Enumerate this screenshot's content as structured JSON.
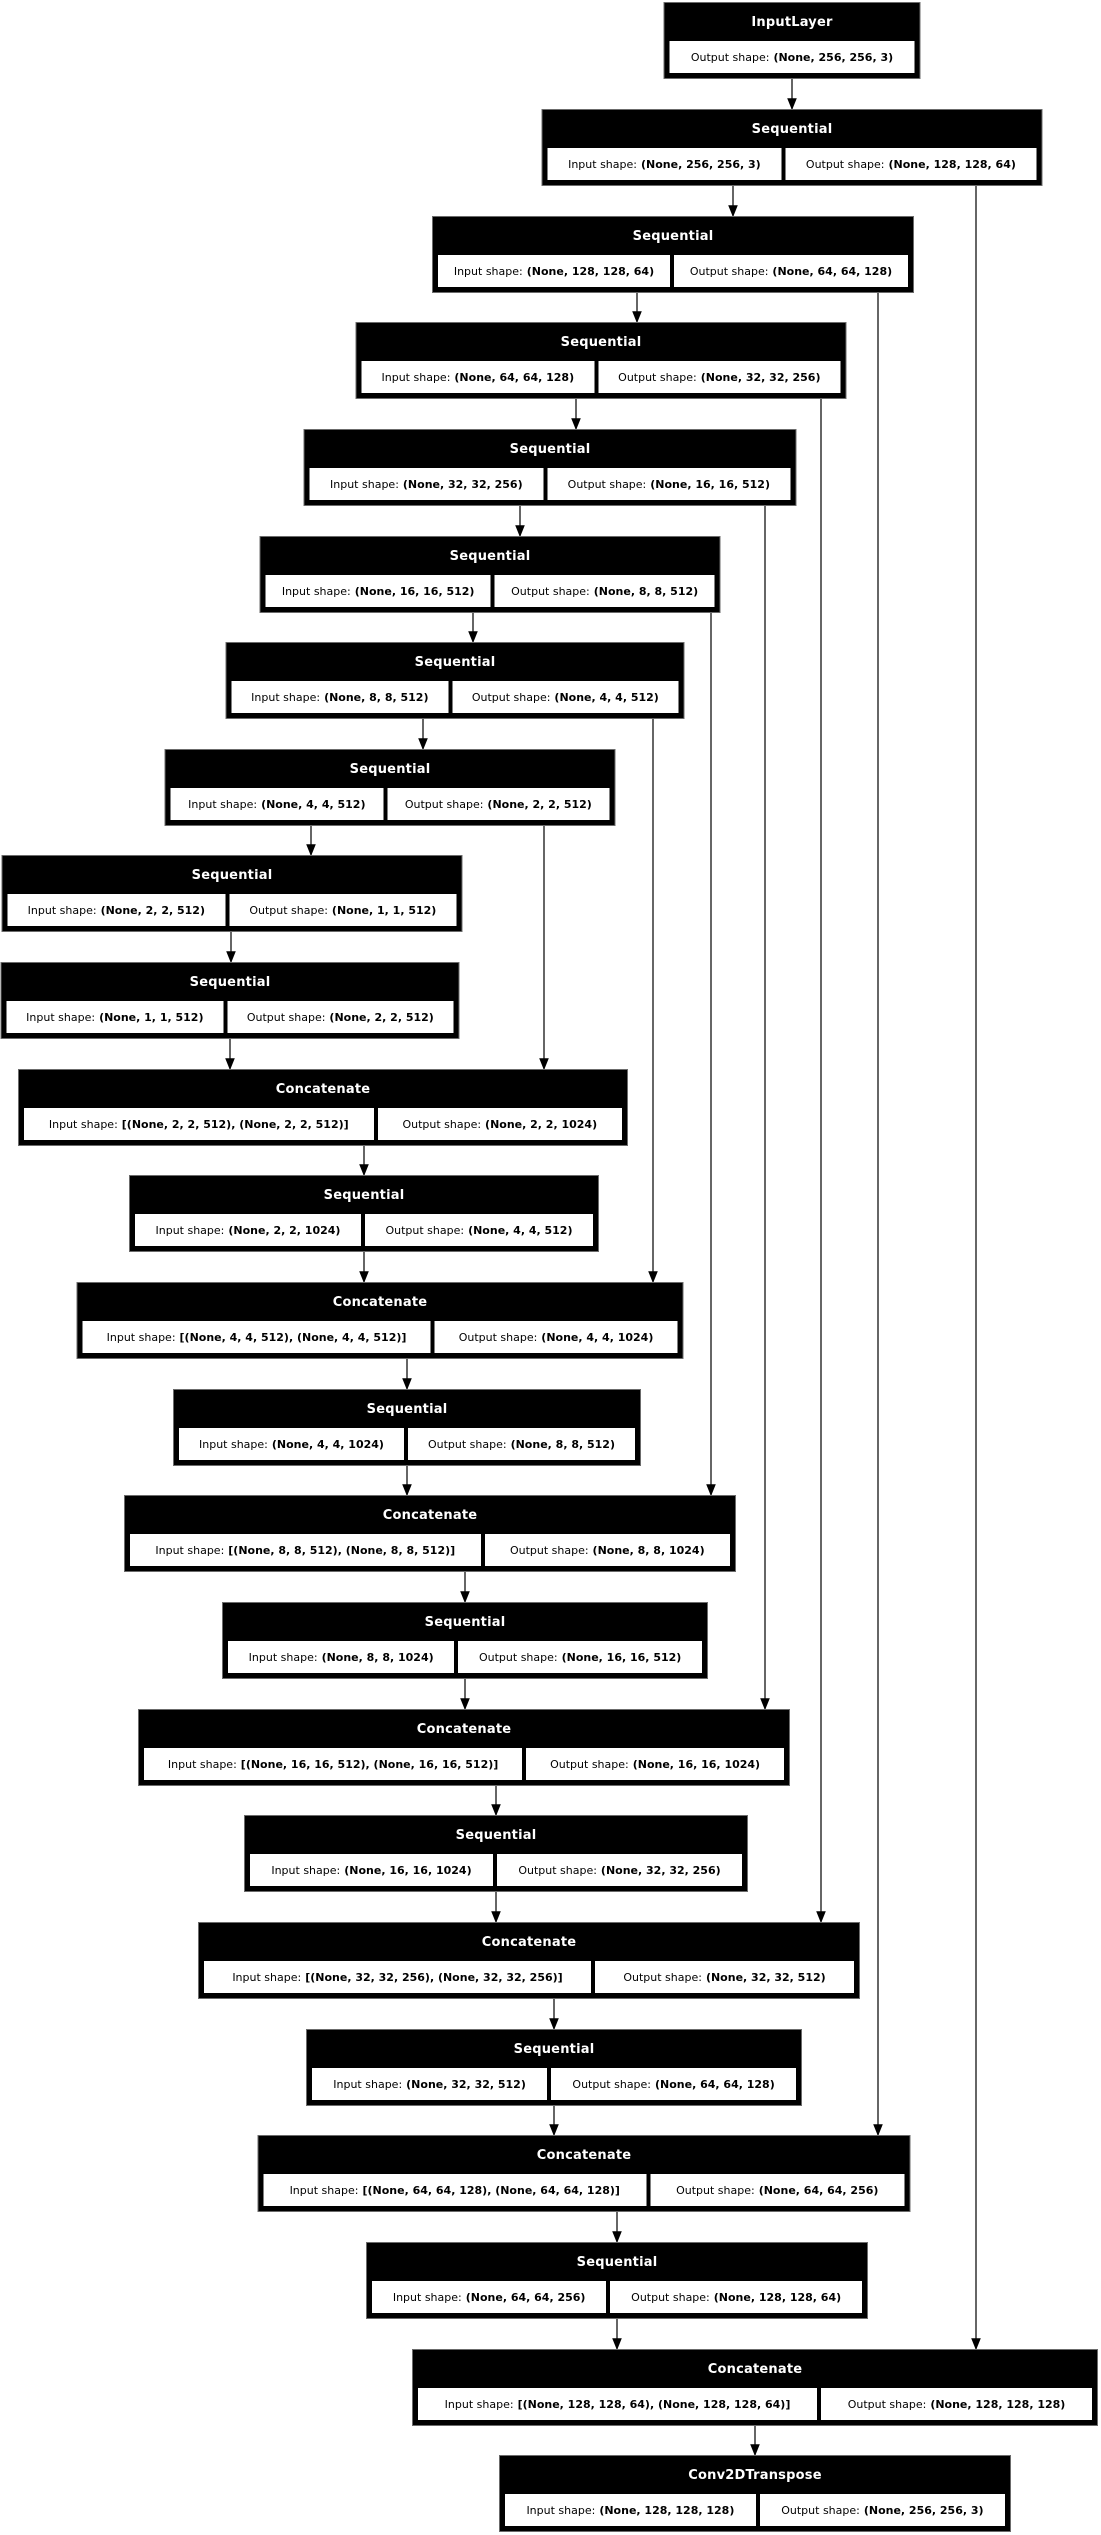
{
  "diagram": {
    "colors": {
      "node_fill": "#000000",
      "node_text": "#ffffff",
      "cell_fill": "#ffffff",
      "cell_text": "#000000",
      "edge": "#000000",
      "background": "#ffffff"
    },
    "labels": {
      "input_prefix": "Input shape:",
      "output_prefix": "Output shape:"
    },
    "nodes": [
      {
        "header": "InputLayer",
        "cells": [
          {
            "label": "Output shape:",
            "value": "(None, 256, 256, 3)"
          }
        ]
      },
      {
        "header": "Sequential",
        "cells": [
          {
            "label": "Input shape:",
            "value": "(None, 256, 256, 3)"
          },
          {
            "label": "Output shape:",
            "value": "(None, 128, 128, 64)"
          }
        ]
      },
      {
        "header": "Sequential",
        "cells": [
          {
            "label": "Input shape:",
            "value": "(None, 128, 128, 64)"
          },
          {
            "label": "Output shape:",
            "value": "(None, 64, 64, 128)"
          }
        ]
      },
      {
        "header": "Sequential",
        "cells": [
          {
            "label": "Input shape:",
            "value": "(None, 64, 64, 128)"
          },
          {
            "label": "Output shape:",
            "value": "(None, 32, 32, 256)"
          }
        ]
      },
      {
        "header": "Sequential",
        "cells": [
          {
            "label": "Input shape:",
            "value": "(None, 32, 32, 256)"
          },
          {
            "label": "Output shape:",
            "value": "(None, 16, 16, 512)"
          }
        ]
      },
      {
        "header": "Sequential",
        "cells": [
          {
            "label": "Input shape:",
            "value": "(None, 16, 16, 512)"
          },
          {
            "label": "Output shape:",
            "value": "(None, 8, 8, 512)"
          }
        ]
      },
      {
        "header": "Sequential",
        "cells": [
          {
            "label": "Input shape:",
            "value": "(None, 8, 8, 512)"
          },
          {
            "label": "Output shape:",
            "value": "(None, 4, 4, 512)"
          }
        ]
      },
      {
        "header": "Sequential",
        "cells": [
          {
            "label": "Input shape:",
            "value": "(None, 4, 4, 512)"
          },
          {
            "label": "Output shape:",
            "value": "(None, 2, 2, 512)"
          }
        ]
      },
      {
        "header": "Sequential",
        "cells": [
          {
            "label": "Input shape:",
            "value": "(None, 2, 2, 512)"
          },
          {
            "label": "Output shape:",
            "value": "(None, 1, 1, 512)"
          }
        ]
      },
      {
        "header": "Sequential",
        "cells": [
          {
            "label": "Input shape:",
            "value": "(None, 1, 1, 512)"
          },
          {
            "label": "Output shape:",
            "value": "(None, 2, 2, 512)"
          }
        ]
      },
      {
        "header": "Concatenate",
        "cells": [
          {
            "label": "Input shape:",
            "value": "[(None, 2, 2, 512), (None, 2, 2, 512)]"
          },
          {
            "label": "Output shape:",
            "value": "(None, 2, 2, 1024)"
          }
        ]
      },
      {
        "header": "Sequential",
        "cells": [
          {
            "label": "Input shape:",
            "value": "(None, 2, 2, 1024)"
          },
          {
            "label": "Output shape:",
            "value": "(None, 4, 4, 512)"
          }
        ]
      },
      {
        "header": "Concatenate",
        "cells": [
          {
            "label": "Input shape:",
            "value": "[(None, 4, 4, 512), (None, 4, 4, 512)]"
          },
          {
            "label": "Output shape:",
            "value": "(None, 4, 4, 1024)"
          }
        ]
      },
      {
        "header": "Sequential",
        "cells": [
          {
            "label": "Input shape:",
            "value": "(None, 4, 4, 1024)"
          },
          {
            "label": "Output shape:",
            "value": "(None, 8, 8, 512)"
          }
        ]
      },
      {
        "header": "Concatenate",
        "cells": [
          {
            "label": "Input shape:",
            "value": "[(None, 8, 8, 512), (None, 8, 8, 512)]"
          },
          {
            "label": "Output shape:",
            "value": "(None, 8, 8, 1024)"
          }
        ]
      },
      {
        "header": "Sequential",
        "cells": [
          {
            "label": "Input shape:",
            "value": "(None, 8, 8, 1024)"
          },
          {
            "label": "Output shape:",
            "value": "(None, 16, 16, 512)"
          }
        ]
      },
      {
        "header": "Concatenate",
        "cells": [
          {
            "label": "Input shape:",
            "value": "[(None, 16, 16, 512), (None, 16, 16, 512)]"
          },
          {
            "label": "Output shape:",
            "value": "(None, 16, 16, 1024)"
          }
        ]
      },
      {
        "header": "Sequential",
        "cells": [
          {
            "label": "Input shape:",
            "value": "(None, 16, 16, 1024)"
          },
          {
            "label": "Output shape:",
            "value": "(None, 32, 32, 256)"
          }
        ]
      },
      {
        "header": "Concatenate",
        "cells": [
          {
            "label": "Input shape:",
            "value": "[(None, 32, 32, 256), (None, 32, 32, 256)]"
          },
          {
            "label": "Output shape:",
            "value": "(None, 32, 32, 512)"
          }
        ]
      },
      {
        "header": "Sequential",
        "cells": [
          {
            "label": "Input shape:",
            "value": "(None, 32, 32, 512)"
          },
          {
            "label": "Output shape:",
            "value": "(None, 64, 64, 128)"
          }
        ]
      },
      {
        "header": "Concatenate",
        "cells": [
          {
            "label": "Input shape:",
            "value": "[(None, 64, 64, 128), (None, 64, 64, 128)]"
          },
          {
            "label": "Output shape:",
            "value": "(None, 64, 64, 256)"
          }
        ]
      },
      {
        "header": "Sequential",
        "cells": [
          {
            "label": "Input shape:",
            "value": "(None, 64, 64, 256)"
          },
          {
            "label": "Output shape:",
            "value": "(None, 128, 128, 64)"
          }
        ]
      },
      {
        "header": "Concatenate",
        "cells": [
          {
            "label": "Input shape:",
            "value": "[(None, 128, 128, 64), (None, 128, 128, 64)]"
          },
          {
            "label": "Output shape:",
            "value": "(None, 128, 128, 128)"
          }
        ]
      },
      {
        "header": "Conv2DTranspose",
        "cells": [
          {
            "label": "Input shape:",
            "value": "(None, 128, 128, 128)"
          },
          {
            "label": "Output shape:",
            "value": "(None, 256, 256, 3)"
          }
        ]
      }
    ],
    "edges": [
      {
        "from": 0,
        "to": 1,
        "kind": "main"
      },
      {
        "from": 1,
        "to": 2,
        "kind": "main"
      },
      {
        "from": 2,
        "to": 3,
        "kind": "main"
      },
      {
        "from": 3,
        "to": 4,
        "kind": "main"
      },
      {
        "from": 4,
        "to": 5,
        "kind": "main"
      },
      {
        "from": 5,
        "to": 6,
        "kind": "main"
      },
      {
        "from": 6,
        "to": 7,
        "kind": "main"
      },
      {
        "from": 7,
        "to": 8,
        "kind": "main"
      },
      {
        "from": 8,
        "to": 9,
        "kind": "main"
      },
      {
        "from": 9,
        "to": 10,
        "kind": "main"
      },
      {
        "from": 10,
        "to": 11,
        "kind": "main"
      },
      {
        "from": 11,
        "to": 12,
        "kind": "main"
      },
      {
        "from": 12,
        "to": 13,
        "kind": "main"
      },
      {
        "from": 13,
        "to": 14,
        "kind": "main"
      },
      {
        "from": 14,
        "to": 15,
        "kind": "main"
      },
      {
        "from": 15,
        "to": 16,
        "kind": "main"
      },
      {
        "from": 16,
        "to": 17,
        "kind": "main"
      },
      {
        "from": 17,
        "to": 18,
        "kind": "main"
      },
      {
        "from": 18,
        "to": 19,
        "kind": "main"
      },
      {
        "from": 19,
        "to": 20,
        "kind": "main"
      },
      {
        "from": 20,
        "to": 21,
        "kind": "main"
      },
      {
        "from": 21,
        "to": 22,
        "kind": "main"
      },
      {
        "from": 22,
        "to": 23,
        "kind": "main"
      },
      {
        "from": 7,
        "to": 10,
        "kind": "skip"
      },
      {
        "from": 6,
        "to": 12,
        "kind": "skip"
      },
      {
        "from": 5,
        "to": 14,
        "kind": "skip"
      },
      {
        "from": 4,
        "to": 16,
        "kind": "skip"
      },
      {
        "from": 3,
        "to": 18,
        "kind": "skip"
      },
      {
        "from": 2,
        "to": 20,
        "kind": "skip"
      },
      {
        "from": 1,
        "to": 22,
        "kind": "skip"
      }
    ]
  }
}
